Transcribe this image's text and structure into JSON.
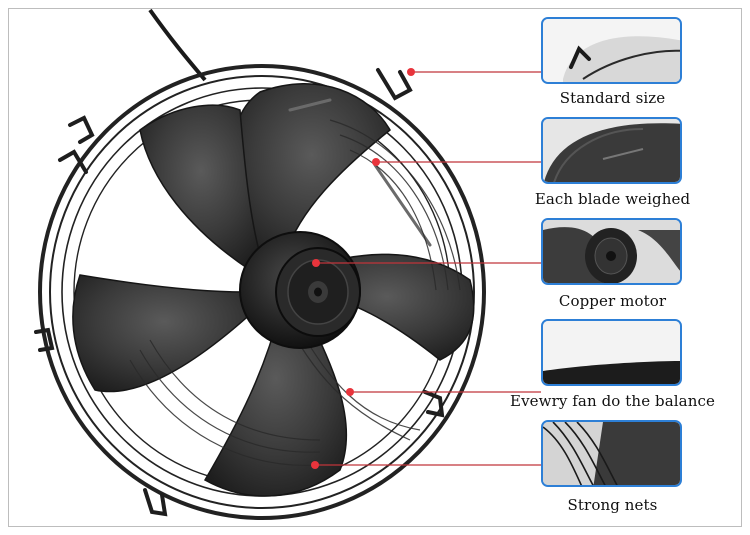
{
  "features": [
    {
      "label": "Standard size"
    },
    {
      "label": "Each blade weighed"
    },
    {
      "label": "Copper motor"
    },
    {
      "label": "Evewry fan do the balance"
    },
    {
      "label": "Strong nets"
    }
  ],
  "colors": {
    "callout_line": "#c0343a",
    "callout_dot": "#e8343c",
    "thumb_border": "#2d7fd6",
    "blade": "#2e2e2e",
    "guard": "#1e1e1e"
  }
}
